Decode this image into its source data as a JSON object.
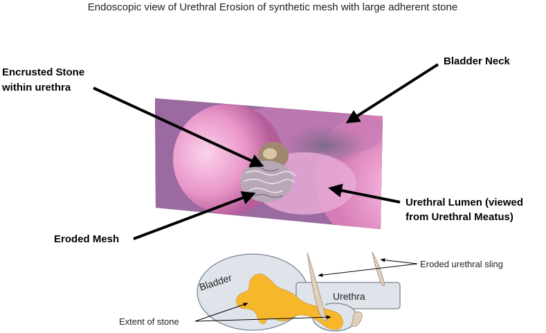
{
  "title": "Endoscopic view of Urethral Erosion of  synthetic mesh with large adherent stone",
  "photo_labels": {
    "encrusted_stone_line1": "Encrusted Stone",
    "encrusted_stone_line2": "within urethra",
    "bladder_neck": "Bladder Neck",
    "urethral_lumen_line1": "Urethral Lumen (viewed",
    "urethral_lumen_line2": "from Urethral Meatus)",
    "eroded_mesh": "Eroded Mesh"
  },
  "diagram_labels": {
    "bladder": "Bladder",
    "urethra": "Urethra",
    "eroded_sling": "Eroded urethral sling",
    "extent_of_stone": "Extent of stone"
  },
  "colors": {
    "stone": "#f7b72a",
    "organ_fill": "#dfe3ea",
    "organ_stroke": "#7a8494",
    "photo_pink": "#e58fc0",
    "photo_frame": "#2d3038"
  }
}
